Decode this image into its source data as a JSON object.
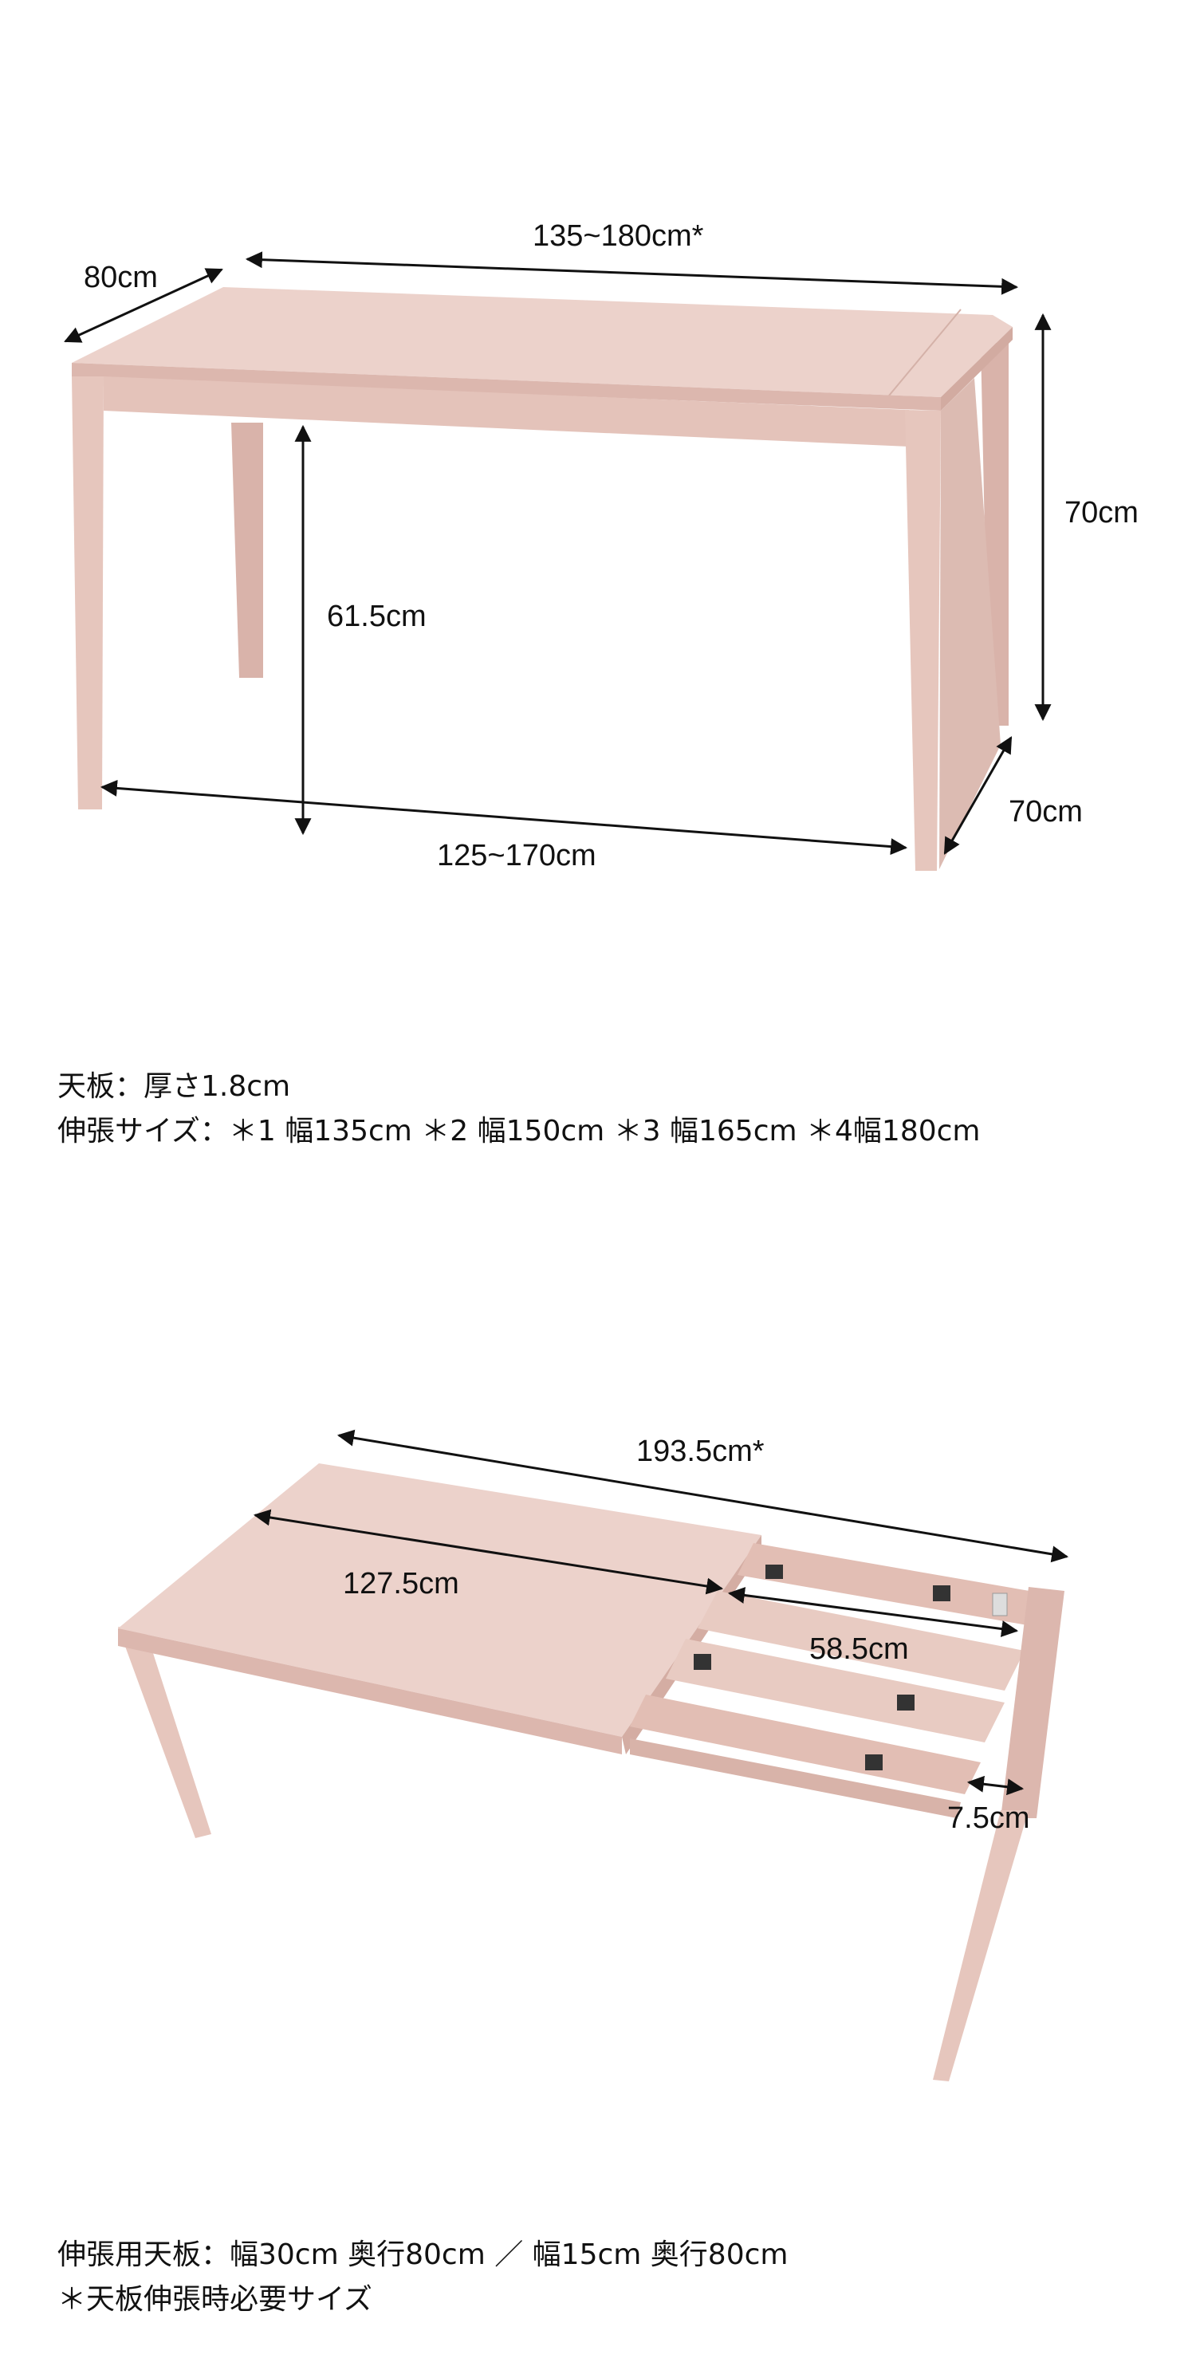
{
  "figure1": {
    "depth": "80cm",
    "top_width": "135~180cm*",
    "height": "70cm",
    "clearance": "61.5cm",
    "leg_span": "125~170cm",
    "leg_depth": "70cm"
  },
  "specs1": {
    "line1": "天板：厚さ1.8cm",
    "line2": "伸張サイズ：＊1 幅135cm ＊2 幅150cm ＊3 幅165cm ＊4幅180cm"
  },
  "figure2": {
    "total": "193.5cm*",
    "main_top": "127.5cm",
    "rails": "58.5cm",
    "end": "7.5cm"
  },
  "specs2": {
    "line1": "伸張用天板：幅30cm 奥行80cm ／ 幅15cm 奥行80cm",
    "line2": "＊天板伸張時必要サイズ"
  },
  "colors": {
    "wood_top": "#ecd2cb",
    "wood_side": "#dcb7ae",
    "wood_leg": "#e6c6bd",
    "arrow": "#111111"
  }
}
